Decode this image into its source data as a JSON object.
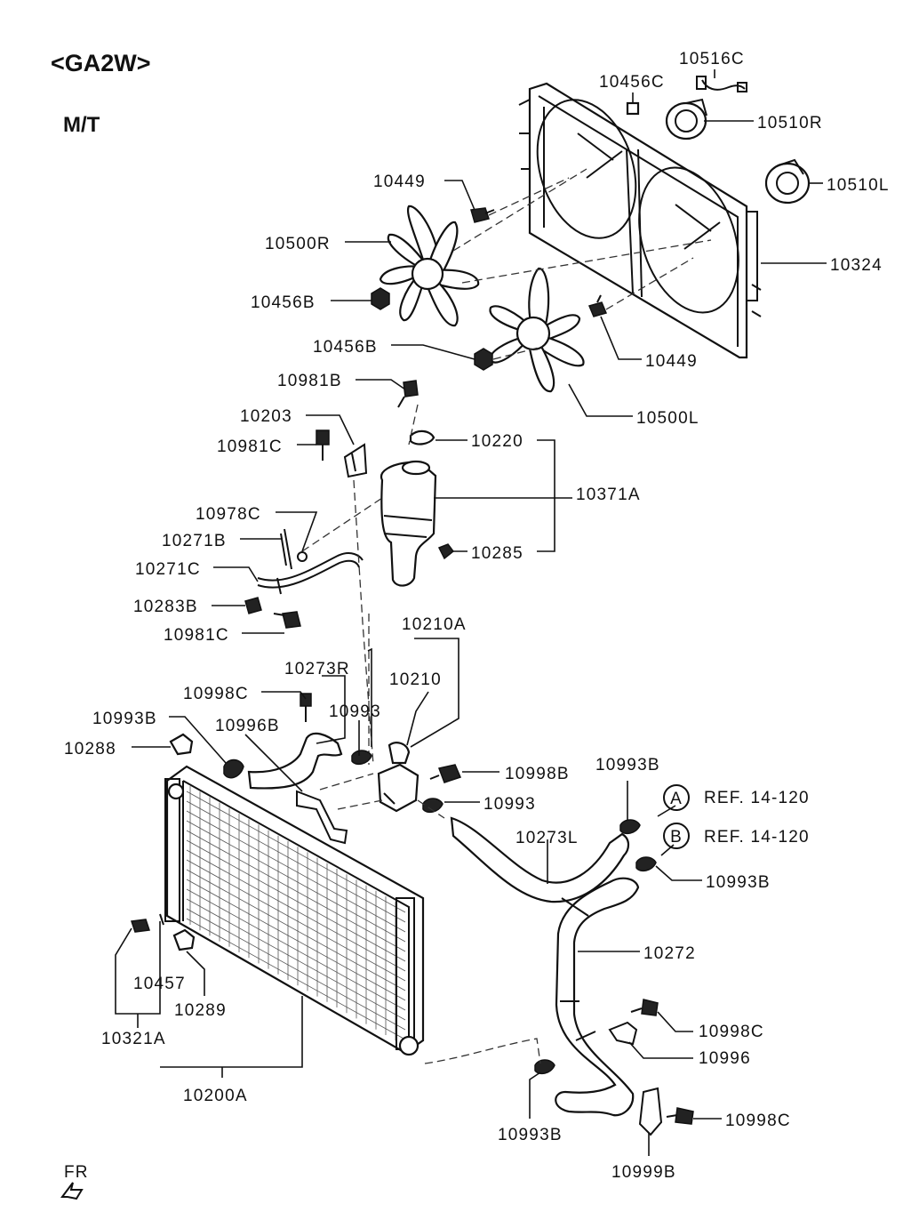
{
  "header": {
    "model": "<GA2W>",
    "trans": "M/T"
  },
  "callouts": {
    "p10516C": "10516C",
    "p10456C": "10456C",
    "p10510R": "10510R",
    "p10510L": "10510L",
    "p10449a": "10449",
    "p10449b": "10449",
    "p10324": "10324",
    "p10500R": "10500R",
    "p10500L": "10500L",
    "p10456Ba": "10456B",
    "p10456Bb": "10456B",
    "p10981B": "10981B",
    "p10203": "10203",
    "p10220": "10220",
    "p10981Ca": "10981C",
    "p10371A": "10371A",
    "p10978C": "10978C",
    "p10271B": "10271B",
    "p10285": "10285",
    "p10271C": "10271C",
    "p10283B": "10283B",
    "p10981Cb": "10981C",
    "p10210A": "10210A",
    "p10273R": "10273R",
    "p10210": "10210",
    "p10998Ca": "10998C",
    "p10993a": "10993",
    "p10993Ba": "10993B",
    "p10996B": "10996B",
    "p10288": "10288",
    "p10998B": "10998B",
    "p10993Bb": "10993B",
    "p10993b": "10993",
    "p10273L": "10273L",
    "p10993Bc": "10993B",
    "p10272": "10272",
    "p10457": "10457",
    "p10289": "10289",
    "p10321A": "10321A",
    "p10998Cb": "10998C",
    "p10996": "10996",
    "p10200A": "10200A",
    "p10993Bd": "10993B",
    "p10998Cc": "10998C",
    "p10999B": "10999B"
  },
  "refs": {
    "a_letter": "A",
    "a_text": "REF. 14-120",
    "b_letter": "B",
    "b_text": "REF. 14-120"
  },
  "fr": "FR"
}
